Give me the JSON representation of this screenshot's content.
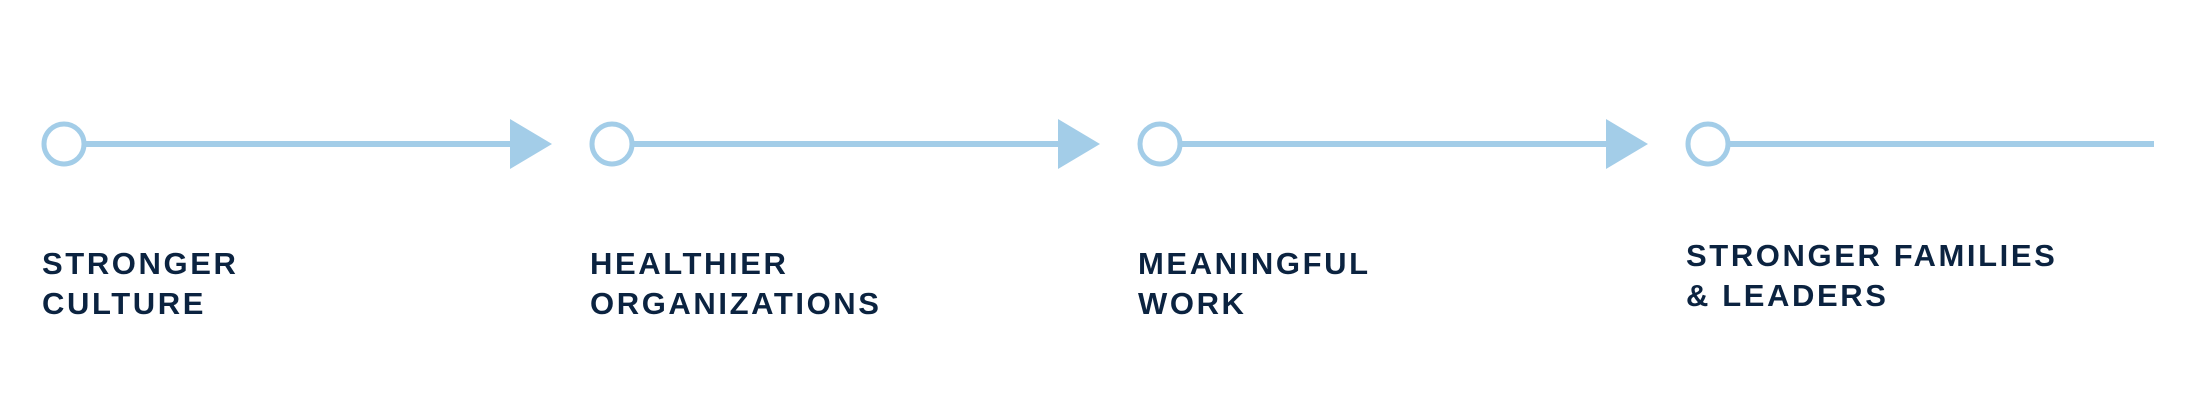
{
  "colors": {
    "accent": "#a3cde8",
    "text": "#0b2340",
    "background": "#ffffff"
  },
  "steps": [
    {
      "line1": "STRONGER",
      "line2": "CULTURE"
    },
    {
      "line1": "HEALTHIER",
      "line2": "ORGANIZATIONS"
    },
    {
      "line1": "MEANINGFUL",
      "line2": "WORK"
    },
    {
      "line1": "STRONGER FAMILIES",
      "line2": "& LEADERS"
    }
  ]
}
